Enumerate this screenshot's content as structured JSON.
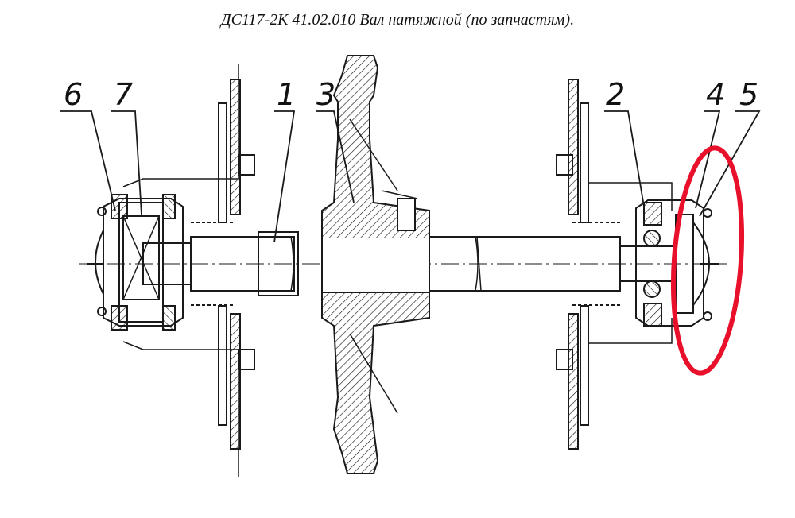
{
  "title": "ДС117-2К 41.02.010 Вал натяжной (по запчастям).",
  "callouts": [
    {
      "id": "6",
      "label": "6"
    },
    {
      "id": "7",
      "label": "7"
    },
    {
      "id": "1",
      "label": "1"
    },
    {
      "id": "3",
      "label": "3"
    },
    {
      "id": "2",
      "label": "2"
    },
    {
      "id": "4",
      "label": "4"
    },
    {
      "id": "5",
      "label": "5"
    }
  ],
  "colors": {
    "line": "#1a1a1a",
    "highlight": "#e8102a",
    "background": "#ffffff"
  }
}
